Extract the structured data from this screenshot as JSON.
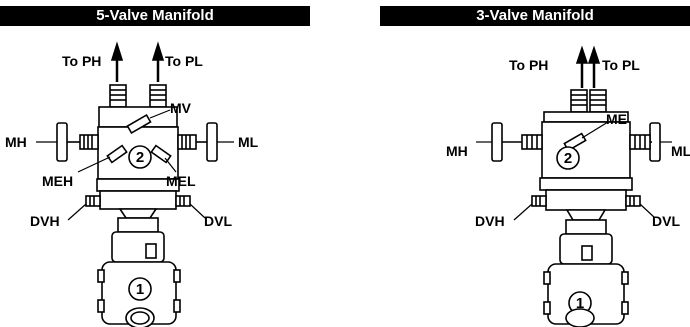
{
  "headers": {
    "left": "5-Valve Manifold",
    "right": "3-Valve Manifold"
  },
  "left_diagram": {
    "labels": {
      "to_ph": "To PH",
      "to_pl": "To PL",
      "mh": "MH",
      "ml": "ML",
      "mv": "MV",
      "meh": "MEH",
      "mel": "MEL",
      "dvh": "DVH",
      "dvl": "DVL"
    },
    "callouts": {
      "manifold": "2",
      "transmitter": "1"
    }
  },
  "right_diagram": {
    "labels": {
      "to_ph": "To PH",
      "to_pl": "To PL",
      "mh": "MH",
      "ml": "ML",
      "me": "ME",
      "dvh": "DVH",
      "dvl": "DVL"
    },
    "callouts": {
      "manifold": "2",
      "transmitter": "1"
    }
  },
  "colors": {
    "ink": "#000000",
    "paper": "#ffffff",
    "header_bg": "#000000",
    "header_text": "#ffffff"
  }
}
